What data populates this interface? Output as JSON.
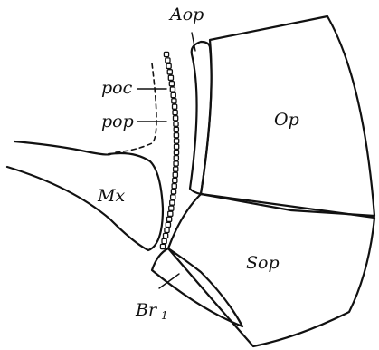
{
  "labels": {
    "aop": "Aop",
    "poc": "poc",
    "pop": "pop",
    "op": "Op",
    "mx": "Mx",
    "sop": "Sop",
    "br": "Br",
    "br_sub": "1"
  },
  "colors": {
    "ink": "#111111",
    "paper": "#ffffff"
  }
}
